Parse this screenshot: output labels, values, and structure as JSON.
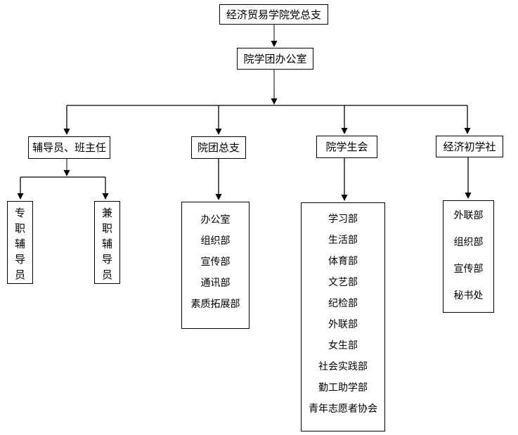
{
  "org": {
    "root": {
      "label": "经济贸易学院党总支"
    },
    "office": {
      "label": "院学团办公室"
    },
    "branches": [
      {
        "label": "辅导员、班主任",
        "children": [
          {
            "label": "专职辅导员"
          },
          {
            "label": "兼职辅导员"
          }
        ]
      },
      {
        "label": "院团总支",
        "departments": [
          "办公室",
          "组织部",
          "宣传部",
          "通讯部",
          "素质拓展部"
        ]
      },
      {
        "label": "院学生会",
        "departments": [
          "学习部",
          "生活部",
          "体育部",
          "文艺部",
          "纪检部",
          "外联部",
          "女生部",
          "社会实践部",
          "勤工助学部",
          "青年志愿者协会"
        ]
      },
      {
        "label": "经济初学社",
        "departments": [
          "外联部",
          "组织部",
          "宣传部",
          "秘书处"
        ]
      }
    ]
  },
  "colors": {
    "box_border": "#000000",
    "text": "#000000",
    "connector": "#000000",
    "parent_feed_line": "#808080",
    "arrowhead": "#000000",
    "background": "#ffffff"
  }
}
